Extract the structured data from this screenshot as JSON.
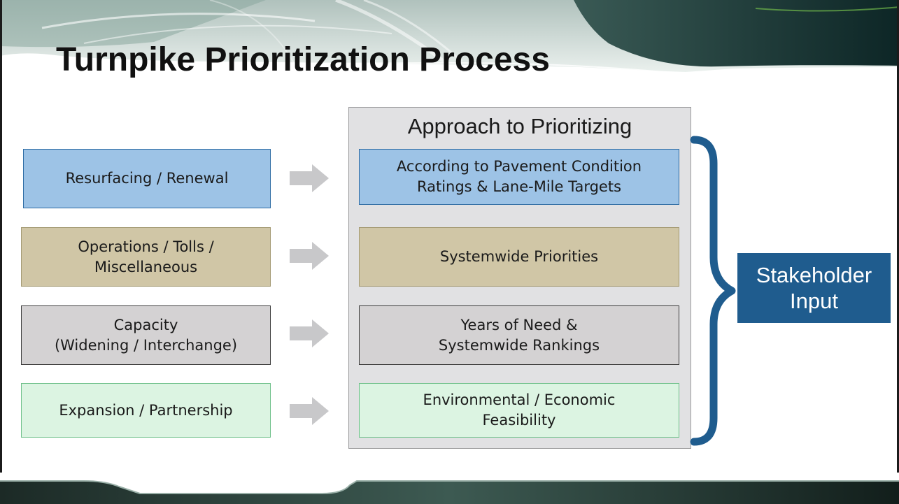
{
  "slide": {
    "title": "Turnpike Prioritization Process",
    "approach_heading": "Approach to Prioritizing",
    "categories": [
      "Resurfacing / Renewal",
      "Operations / Tolls /\nMiscellaneous",
      "Capacity\n(Widening / Interchange)",
      "Expansion / Partnership"
    ],
    "approaches": [
      "According to Pavement Condition\nRatings & Lane-Mile Targets",
      "Systemwide Priorities",
      "Years of Need &\nSystemwide Rankings",
      "Environmental / Economic\nFeasibility"
    ],
    "outcome": "Stakeholder\nInput"
  },
  "colors": {
    "resurfacing_fill": "#9dc3e6",
    "operations_fill": "#d0c6a6",
    "capacity_fill": "#d4d2d3",
    "expansion_fill": "#dcf4e2",
    "panel_fill": "#e1e1e3",
    "brace": "#1f5c8e",
    "stakeholder_fill": "#1f5c8e",
    "arrow": "#c8c8ca"
  }
}
